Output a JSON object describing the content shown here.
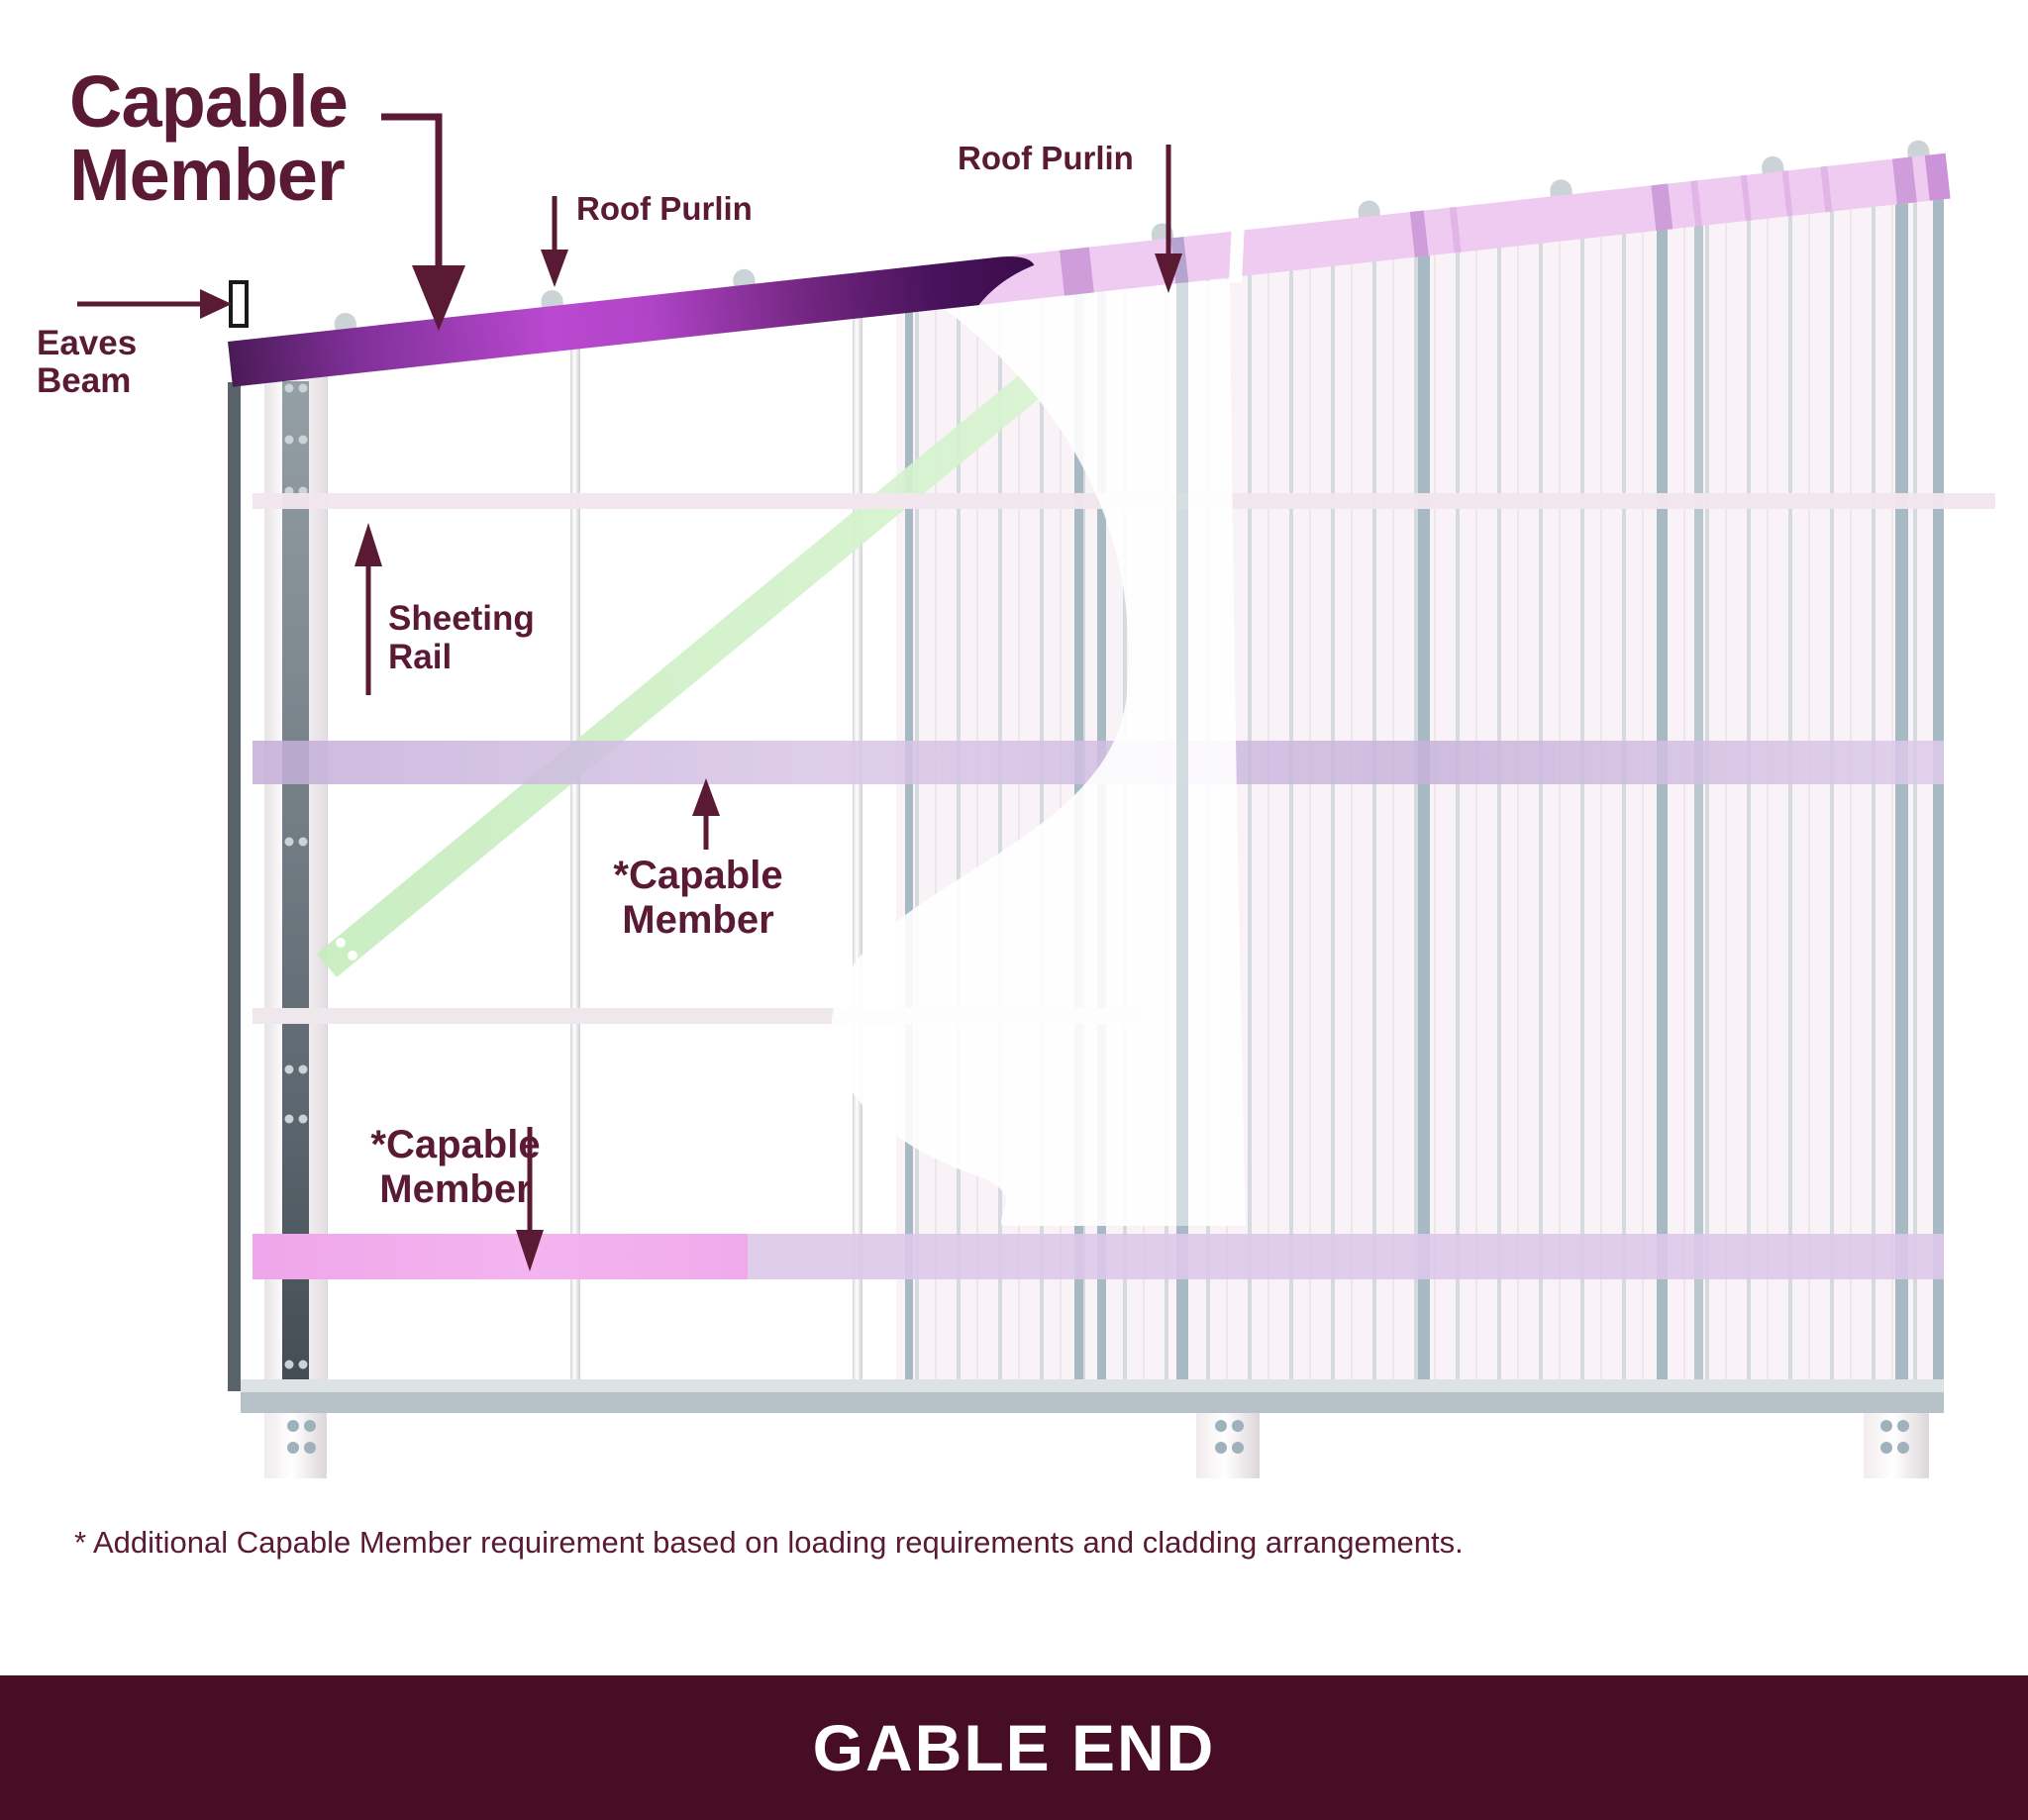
{
  "labels": {
    "capable_member_heading": {
      "line1": "Capable",
      "line2": "Member"
    },
    "roof_purlin_1": {
      "text": "Roof Purlin"
    },
    "roof_purlin_2": {
      "text": "Roof Purlin"
    },
    "eaves_beam": {
      "line1": "Eaves",
      "line2": "Beam"
    },
    "sheeting_rail": {
      "line1": "Sheeting",
      "line2": "Rail"
    },
    "capable_member_mid": {
      "line1": "*Capable",
      "line2": "Member"
    },
    "capable_member_low": {
      "line1": "*Capable",
      "line2": "Member"
    }
  },
  "footnote": {
    "text": "* Additional Capable Member requirement based on loading requirements and cladding arrangements."
  },
  "banner": {
    "title": "GABLE END"
  },
  "colors": {
    "maroon": "#5a1a33",
    "banner-bg": "#470d24",
    "banner-text": "#ffffff",
    "page-bg": "#ffffff"
  },
  "diagram_colors": {
    "capable_member_bright": "#b44ac8",
    "roof_beam_dark": "#3f0e4c",
    "roof_beam_faded": "#efcbf2",
    "mid_capable_member_lavender": "#cbb7dc",
    "low_capable_member_pink": "#ef9fe9",
    "brace_green": "#cdeec6",
    "steel_gray": "#a7b9c2",
    "base_gray": "#b7c2c8"
  }
}
